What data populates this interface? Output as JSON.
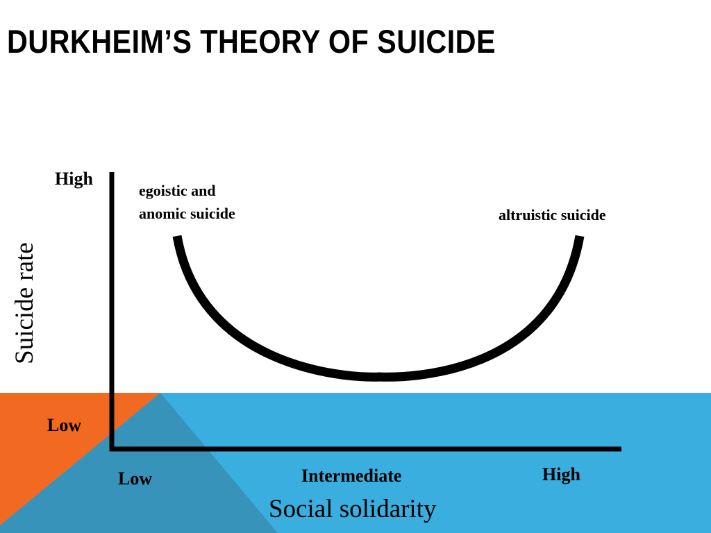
{
  "slide": {
    "title": "DURKHEIM’S THEORY OF SUICIDE",
    "colors": {
      "orange": "#f26a21",
      "blue": "#3aaede",
      "steel_blue": "#3793ba",
      "axis": "#000000",
      "curve": "#000000"
    }
  },
  "diagram": {
    "y_axis": {
      "title": "Suicide rate",
      "high_label": "High",
      "low_label": "Low"
    },
    "x_axis": {
      "title": "Social solidarity",
      "low_label": "Low",
      "mid_label": "Intermediate",
      "high_label": "High"
    },
    "annotations": {
      "left_line1": "egoistic and",
      "left_line2": "anomic suicide",
      "right": "altruistic suicide"
    }
  }
}
